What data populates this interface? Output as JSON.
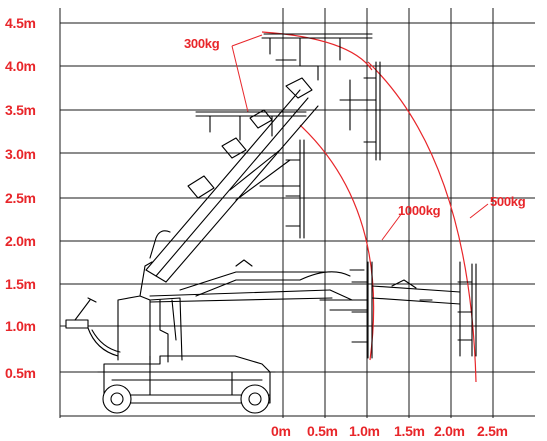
{
  "diagram": {
    "y_axis_labels": [
      "4.5m",
      "4.0m",
      "3.5m",
      "3.0m",
      "2.5m",
      "2.0m",
      "1.5m",
      "1.0m",
      "0.5m"
    ],
    "x_axis_labels": [
      "0m",
      "0.5m",
      "1.0m",
      "1.5m",
      "2.0m",
      "2.5m"
    ],
    "load_labels": {
      "upper": "300kg",
      "middle": "1000kg",
      "outer": "500kg"
    },
    "colors": {
      "accent": "#e8262a",
      "grid": "#1a1a1a",
      "machine": "#000000"
    }
  }
}
